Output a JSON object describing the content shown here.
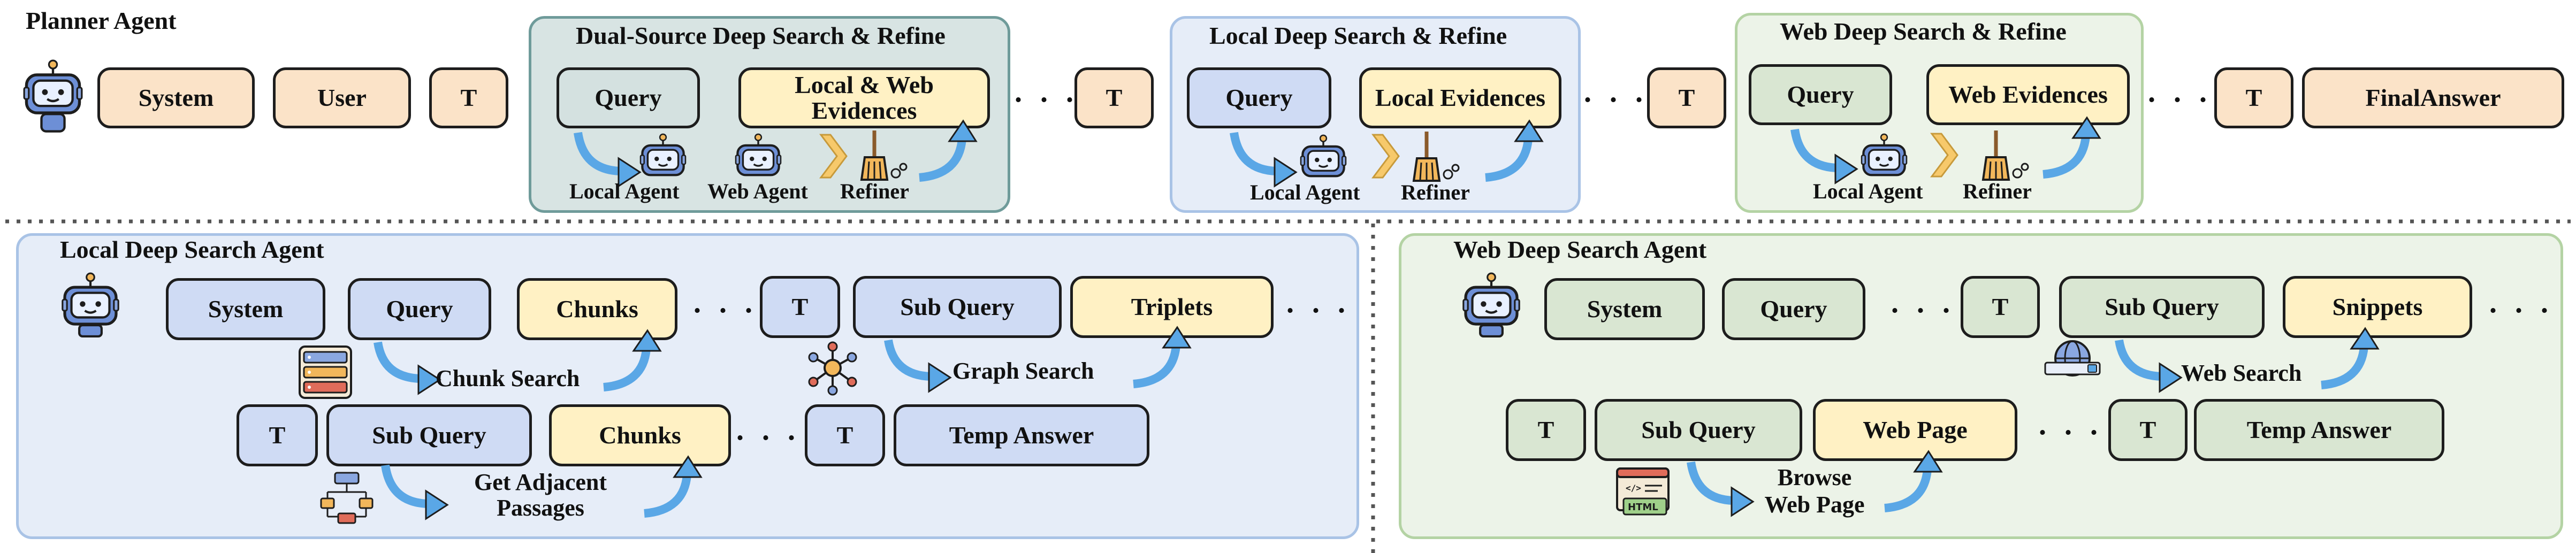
{
  "planner": {
    "title": "Planner Agent",
    "system": "System",
    "user": "User",
    "t": "T",
    "final": "FinalAnswer",
    "dual": {
      "title": "Dual-Source Deep Search & Refine",
      "query": "Query",
      "evidence": "Local & Web Evidences",
      "local_agent": "Local Agent",
      "web_agent": "Web Agent",
      "refiner": "Refiner"
    },
    "local": {
      "title": "Local Deep Search & Refine",
      "query": "Query",
      "evidence": "Local Evidences",
      "local_agent": "Local Agent",
      "refiner": "Refiner"
    },
    "web": {
      "title": "Web Deep Search & Refine",
      "query": "Query",
      "evidence": "Web Evidences",
      "local_agent": "Local Agent",
      "refiner": "Refiner"
    },
    "dots": ". . ."
  },
  "local_agent": {
    "title": "Local Deep Search Agent",
    "system": "System",
    "query": "Query",
    "chunks": "Chunks",
    "t": "T",
    "sub_query": "Sub Query",
    "triplets": "Triplets",
    "chunk_search": "Chunk Search",
    "graph_search": "Graph Search",
    "chunks2": "Chunks",
    "temp_answer": "Temp Answer",
    "adjacent": "Get Adjacent Passages",
    "dots": ". . ."
  },
  "web_agent": {
    "title": "Web Deep Search Agent",
    "system": "System",
    "query": "Query",
    "t": "T",
    "sub_query": "Sub Query",
    "snippets": "Snippets",
    "web_search": "Web Search",
    "web_page": "Web Page",
    "temp_answer": "Temp Answer",
    "browse": "Browse Web Page",
    "dots": ". . ."
  },
  "colors": {
    "peach": "#fbe3c8",
    "yellow": "#fff1c4",
    "light_blue": "#cfdbf4",
    "panel_blue": "#e6edf8",
    "panel_green": "#ecf3e8",
    "panel_grey": "#d8e4e3",
    "arrow_blue": "#5aa7e6"
  },
  "icons": [
    "robot-icon",
    "refiner-broom-icon",
    "chevron-icon",
    "database-icon",
    "graph-icon",
    "flowchart-icon",
    "globe-icon",
    "html-icon"
  ]
}
